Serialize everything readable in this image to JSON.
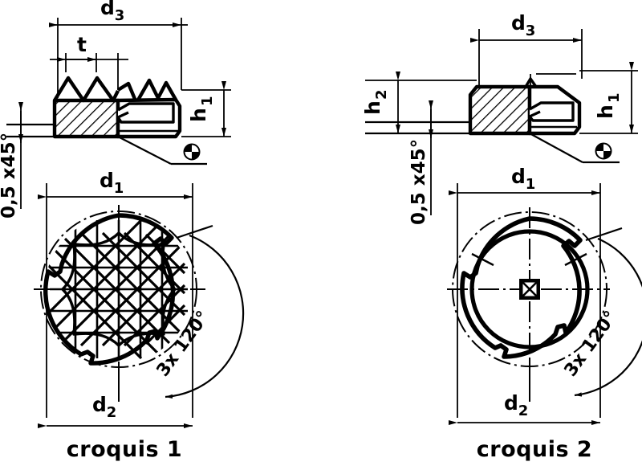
{
  "drawing": {
    "title_left": "croquis 1",
    "title_right": "croquis 2",
    "labels": {
      "d1": "d",
      "d1_sub": "1",
      "d2": "d",
      "d2_sub": "2",
      "d3": "d",
      "d3_sub": "3",
      "h1": "h",
      "h1_sub": "1",
      "h2": "h",
      "h2_sub": "2",
      "t": "t",
      "chamfer": "0,5 x45°",
      "angle_note": "3x 120°"
    },
    "symbols": {
      "datum_target": "quadrant-circle-symbol"
    },
    "colors": {
      "line": "#000000",
      "background": "#ffffff"
    }
  },
  "views": {
    "left": {
      "name": "croquis 1",
      "section_dims": [
        "d3",
        "t",
        "h1",
        "0,5 x45°"
      ],
      "plan_dims": [
        "d1",
        "d2",
        "3x 120°"
      ],
      "plan_feature": "diamond-knurl-pattern"
    },
    "right": {
      "name": "croquis 2",
      "section_dims": [
        "d3",
        "h1",
        "h2",
        "0,5 x45°"
      ],
      "plan_dims": [
        "d1",
        "d2",
        "3x 120°"
      ],
      "plan_feature": "square-drive-center"
    }
  }
}
